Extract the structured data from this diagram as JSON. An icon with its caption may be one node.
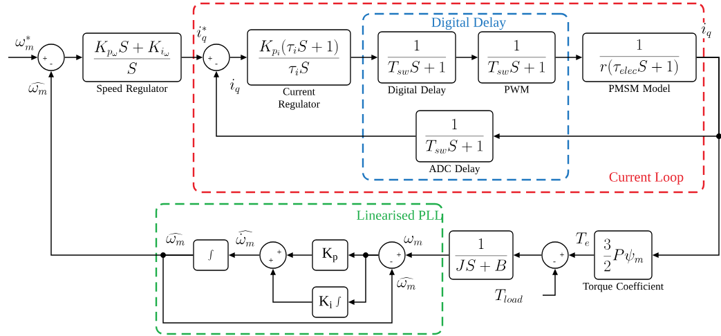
{
  "diagram": {
    "nodes": [
      {
        "text": [
          "Current Loop"
        ]
      },
      {
        "text": [
          "Digital Delay"
        ],
        "in": 0
      },
      {
        "text": [
          "Linearised PLL"
        ]
      },
      {
        "text": [
          "+",
          "-"
        ]
      },
      {
        "text": [
          "\\frac{K_{p_{\\omega}}S+K_{i_{\\omega}}}{S}"
        ],
        "beside": [
          "Speed Regulator"
        ]
      },
      {
        "text": [
          "+",
          "-"
        ],
        "in": 0
      },
      {
        "text": [
          "\\frac{K_{p_{i}}(\\tau_{i}S+1)}{\\tau_{i}S}"
        ],
        "beside": [
          "Current Regulator"
        ],
        "in": 0
      },
      {
        "text": [
          "\\frac{1}{T_{sw}S+1}"
        ],
        "beside": [
          "Digital Delay"
        ],
        "in": 1
      },
      {
        "text": [
          "\\frac{1}{T_{sw}S+1}"
        ],
        "beside": [
          "PWM"
        ],
        "in": 1
      },
      {
        "text": [
          "\\frac{1}{r(\\tau_{elec}S+1)}"
        ],
        "beside": [
          "PMSM Model"
        ],
        "in": 0
      },
      {
        "text": [
          "\\frac{1}{T_{sw}S+1}"
        ],
        "beside": [
          "ADC Delay"
        ],
        "in": 1
      },
      {
        "text": [
          "\\frac{3}{2}P\\psi_{m}"
        ],
        "beside": [
          "Torque Coefficient"
        ]
      },
      {
        "text": [
          "+",
          "-"
        ]
      },
      {
        "text": [
          "\\frac{1}{JS+B}"
        ]
      },
      {
        "text": [
          "+",
          "-"
        ],
        "in": 2
      },
      {
        "text": [
          "\\mathrm{K_{p}}"
        ],
        "in": 2
      },
      {
        "text": [
          "\\mathrm{K_{i}}\\int"
        ],
        "in": 2
      },
      {
        "text": [
          "+",
          "+"
        ],
        "in": 2
      },
      {
        "text": [
          "\\int"
        ],
        "in": 2
      }
    ],
    "edges": [
      {
        "from": null,
        "to": 3,
        "arrow": "to",
        "label": "\\omega_m^*"
      },
      {
        "from": 3,
        "to": 4,
        "arrow": "to"
      },
      {
        "from": 4,
        "to": 5,
        "arrow": "to",
        "label": "i_q^*"
      },
      {
        "from": 5,
        "to": 6,
        "arrow": "to"
      },
      {
        "from": 6,
        "to": 7,
        "arrow": "to"
      },
      {
        "from": 7,
        "to": 8,
        "arrow": "to"
      },
      {
        "from": 8,
        "to": 9,
        "arrow": "to"
      },
      {
        "from": 9,
        "to": 11,
        "arrow": "to",
        "label": "i_q"
      },
      {
        "from": 9,
        "to": 10,
        "arrow": "to"
      },
      {
        "from": 10,
        "to": 5,
        "arrow": "to",
        "label": "i_q"
      },
      {
        "from": 11,
        "to": 12,
        "arrow": "to",
        "label": "T_e"
      },
      {
        "from": null,
        "to": 12,
        "arrow": "to",
        "label": "T_{load}"
      },
      {
        "from": 12,
        "to": 13,
        "arrow": "to"
      },
      {
        "from": 13,
        "to": 14,
        "arrow": "to",
        "label": "\\omega_m"
      },
      {
        "from": 14,
        "to": 15,
        "arrow": "to"
      },
      {
        "from": 14,
        "to": 16,
        "arrow": "to"
      },
      {
        "from": 15,
        "to": 17,
        "arrow": "to"
      },
      {
        "from": 16,
        "to": 17,
        "arrow": "to"
      },
      {
        "from": 17,
        "to": 18,
        "arrow": "to",
        "label": "\\widehat{\\dot{\\omega}_m}"
      },
      {
        "from": 18,
        "to": 3,
        "arrow": "to",
        "label": "\\widehat{\\omega_m}"
      },
      {
        "from": 18,
        "to": 14,
        "arrow": "to",
        "label": "\\widehat{\\omega_m}"
      }
    ],
    "labels": [
      "\\widehat{\\omega_m}"
    ]
  }
}
